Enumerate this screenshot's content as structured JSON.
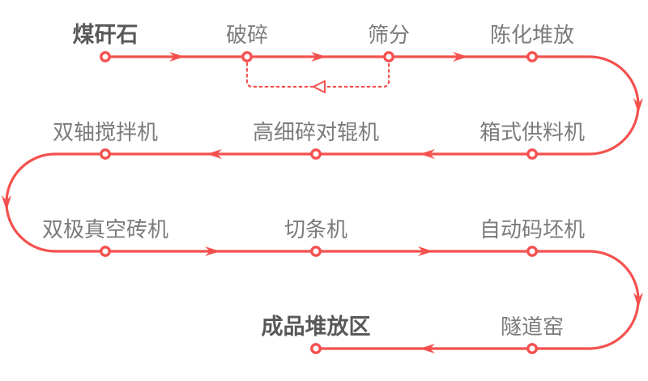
{
  "diagram": {
    "type": "process-flow",
    "nodes": [
      {
        "label": "煤矸石",
        "emphasis": true
      },
      {
        "label": "破碎",
        "emphasis": false
      },
      {
        "label": "筛分",
        "emphasis": false
      },
      {
        "label": "陈化堆放",
        "emphasis": false
      },
      {
        "label": "箱式供料机",
        "emphasis": false
      },
      {
        "label": "高细碎对辊机",
        "emphasis": false
      },
      {
        "label": "双轴搅拌机",
        "emphasis": false
      },
      {
        "label": "双极真空砖机",
        "emphasis": false
      },
      {
        "label": "切条机",
        "emphasis": false
      },
      {
        "label": "自动码坯机",
        "emphasis": false
      },
      {
        "label": "隧道窑",
        "emphasis": false
      },
      {
        "label": "成品堆放区",
        "emphasis": true
      }
    ],
    "flow_order": [
      "煤矸石",
      "破碎",
      "筛分",
      "陈化堆放",
      "箱式供料机",
      "高细碎对辊机",
      "双轴搅拌机",
      "双极真空砖机",
      "切条机",
      "自动码坯机",
      "隧道窑",
      "成品堆放区"
    ],
    "feedback": {
      "from": "筛分",
      "to": "破碎",
      "style": "dotted"
    },
    "colors": {
      "line": "#f4514e",
      "label": "#7b7b7b",
      "label_emphasis": "#595757",
      "node_fill": "#ffffff",
      "background": "#ffffff"
    }
  }
}
